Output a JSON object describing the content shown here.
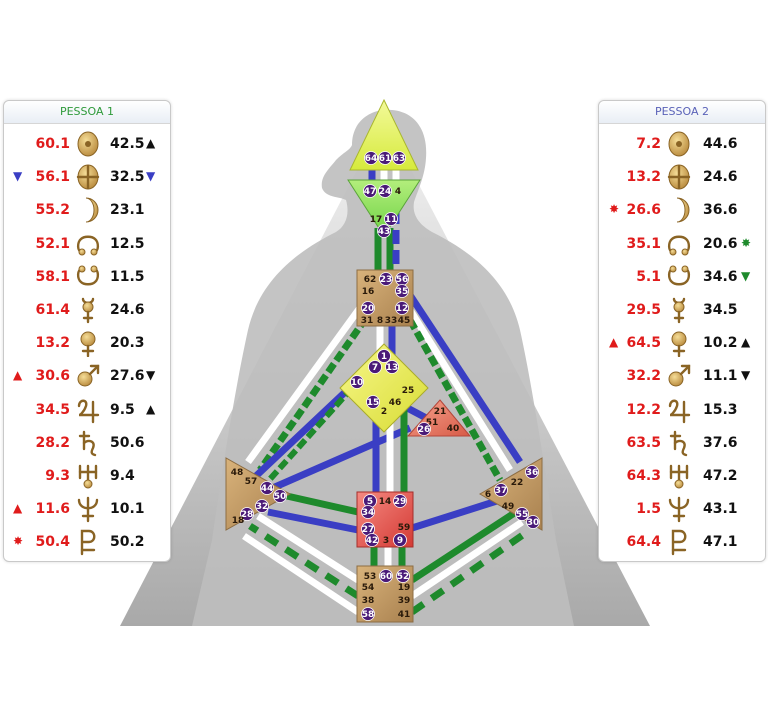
{
  "colors": {
    "personal": "#e01b1b",
    "design": "#111111",
    "person1": "#2e9a3a",
    "person2": "#5a62b8",
    "channel_green": "#1e8a2c",
    "channel_blue": "#3a3ec4",
    "glyph_gold": "#cfa24a"
  },
  "person1": {
    "title": "PESSOA 1",
    "rows": [
      {
        "planet": "sun",
        "icon": "sun-icon",
        "personality": "60.1",
        "design": "42.5",
        "pre": "",
        "pre_color": "",
        "post": "▲",
        "post_color": "#111111"
      },
      {
        "planet": "earth",
        "icon": "earth-icon",
        "personality": "56.1",
        "design": "32.5",
        "pre": "▼",
        "pre_color": "#3a3ec4",
        "post": "▼",
        "post_color": "#3a3ec4"
      },
      {
        "planet": "moon",
        "icon": "moon-icon",
        "personality": "55.2",
        "design": "23.1",
        "pre": "",
        "pre_color": "",
        "post": "",
        "post_color": ""
      },
      {
        "planet": "north-node",
        "icon": "north-node-icon",
        "personality": "52.1",
        "design": "12.5",
        "pre": "",
        "pre_color": "",
        "post": "",
        "post_color": ""
      },
      {
        "planet": "south-node",
        "icon": "south-node-icon",
        "personality": "58.1",
        "design": "11.5",
        "pre": "",
        "pre_color": "",
        "post": "",
        "post_color": ""
      },
      {
        "planet": "mercury",
        "icon": "mercury-icon",
        "personality": "61.4",
        "design": "24.6",
        "pre": "",
        "pre_color": "",
        "post": "",
        "post_color": ""
      },
      {
        "planet": "venus",
        "icon": "venus-icon",
        "personality": "13.2",
        "design": "20.3",
        "pre": "",
        "pre_color": "",
        "post": "",
        "post_color": ""
      },
      {
        "planet": "mars",
        "icon": "mars-icon",
        "personality": "30.6",
        "design": "27.6",
        "pre": "▲",
        "pre_color": "#e01b1b",
        "post": "▼",
        "post_color": "#111111"
      },
      {
        "planet": "jupiter",
        "icon": "jupiter-icon",
        "personality": "34.5",
        "design": "9.5",
        "pre": "",
        "pre_color": "",
        "post": "▲",
        "post_color": "#111111"
      },
      {
        "planet": "saturn",
        "icon": "saturn-icon",
        "personality": "28.2",
        "design": "50.6",
        "pre": "",
        "pre_color": "",
        "post": "",
        "post_color": ""
      },
      {
        "planet": "uranus",
        "icon": "uranus-icon",
        "personality": "9.3",
        "design": "9.4",
        "pre": "",
        "pre_color": "",
        "post": "",
        "post_color": ""
      },
      {
        "planet": "neptune",
        "icon": "neptune-icon",
        "personality": "11.6",
        "design": "10.1",
        "pre": "▲",
        "pre_color": "#e01b1b",
        "post": "",
        "post_color": ""
      },
      {
        "planet": "pluto",
        "icon": "pluto-icon",
        "personality": "50.4",
        "design": "50.2",
        "pre": "✸",
        "pre_color": "#e01b1b",
        "post": "",
        "post_color": ""
      }
    ]
  },
  "person2": {
    "title": "PESSOA 2",
    "rows": [
      {
        "planet": "sun",
        "icon": "sun-icon",
        "personality": "7.2",
        "design": "44.6",
        "pre": "",
        "pre_color": "",
        "post": "",
        "post_color": ""
      },
      {
        "planet": "earth",
        "icon": "earth-icon",
        "personality": "13.2",
        "design": "24.6",
        "pre": "",
        "pre_color": "",
        "post": "",
        "post_color": ""
      },
      {
        "planet": "moon",
        "icon": "moon-icon",
        "personality": "26.6",
        "design": "36.6",
        "pre": "✸",
        "pre_color": "#e01b1b",
        "post": "",
        "post_color": ""
      },
      {
        "planet": "north-node",
        "icon": "north-node-icon",
        "personality": "35.1",
        "design": "20.6",
        "pre": "",
        "pre_color": "",
        "post": "✸",
        "post_color": "#1e8a2c"
      },
      {
        "planet": "south-node",
        "icon": "south-node-icon",
        "personality": "5.1",
        "design": "34.6",
        "pre": "",
        "pre_color": "",
        "post": "▼",
        "post_color": "#1e8a2c"
      },
      {
        "planet": "mercury",
        "icon": "mercury-icon",
        "personality": "29.5",
        "design": "34.5",
        "pre": "",
        "pre_color": "",
        "post": "",
        "post_color": ""
      },
      {
        "planet": "venus",
        "icon": "venus-icon",
        "personality": "64.5",
        "design": "10.2",
        "pre": "▲",
        "pre_color": "#e01b1b",
        "post": "▲",
        "post_color": "#111111"
      },
      {
        "planet": "mars",
        "icon": "mars-icon",
        "personality": "32.2",
        "design": "11.1",
        "pre": "",
        "pre_color": "",
        "post": "▼",
        "post_color": "#111111"
      },
      {
        "planet": "jupiter",
        "icon": "jupiter-icon",
        "personality": "12.2",
        "design": "15.3",
        "pre": "",
        "pre_color": "",
        "post": "",
        "post_color": ""
      },
      {
        "planet": "saturn",
        "icon": "saturn-icon",
        "personality": "63.5",
        "design": "37.6",
        "pre": "",
        "pre_color": "",
        "post": "",
        "post_color": ""
      },
      {
        "planet": "uranus",
        "icon": "uranus-icon",
        "personality": "64.3",
        "design": "47.2",
        "pre": "",
        "pre_color": "",
        "post": "",
        "post_color": ""
      },
      {
        "planet": "neptune",
        "icon": "neptune-icon",
        "personality": "1.5",
        "design": "43.1",
        "pre": "",
        "pre_color": "",
        "post": "",
        "post_color": ""
      },
      {
        "planet": "pluto",
        "icon": "pluto-icon",
        "personality": "64.4",
        "design": "47.1",
        "pre": "",
        "pre_color": "",
        "post": "",
        "post_color": ""
      }
    ]
  },
  "centers": [
    {
      "id": "head",
      "shape": "triangle-up",
      "fill": "#e3f26a",
      "gates": [
        {
          "n": "64",
          "active": true
        },
        {
          "n": "61",
          "active": true
        },
        {
          "n": "63",
          "active": true
        }
      ]
    },
    {
      "id": "ajna",
      "shape": "triangle-down",
      "fill": "#8de05c",
      "gates": [
        {
          "n": "47",
          "active": true
        },
        {
          "n": "24",
          "active": true
        },
        {
          "n": "4",
          "active": false
        },
        {
          "n": "17",
          "active": false
        },
        {
          "n": "11",
          "active": true
        },
        {
          "n": "43",
          "active": true
        }
      ]
    },
    {
      "id": "throat",
      "shape": "square",
      "fill": "#c29a62",
      "gates": [
        {
          "n": "62",
          "active": false
        },
        {
          "n": "23",
          "active": true
        },
        {
          "n": "56",
          "active": true
        },
        {
          "n": "16",
          "active": false
        },
        {
          "n": "35",
          "active": true
        },
        {
          "n": "20",
          "active": true
        },
        {
          "n": "12",
          "active": true
        },
        {
          "n": "31",
          "active": false
        },
        {
          "n": "8",
          "active": false
        },
        {
          "n": "33",
          "active": false
        },
        {
          "n": "45",
          "active": false
        }
      ]
    },
    {
      "id": "g-center",
      "shape": "diamond",
      "fill": "#eef060",
      "gates": [
        {
          "n": "1",
          "active": true
        },
        {
          "n": "7",
          "active": true
        },
        {
          "n": "13",
          "active": true
        },
        {
          "n": "10",
          "active": true
        },
        {
          "n": "25",
          "active": false
        },
        {
          "n": "15",
          "active": true
        },
        {
          "n": "46",
          "active": false
        },
        {
          "n": "2",
          "active": false
        }
      ]
    },
    {
      "id": "heart",
      "shape": "triangle",
      "fill": "#e8806a",
      "gates": [
        {
          "n": "21",
          "active": false
        },
        {
          "n": "51",
          "active": false
        },
        {
          "n": "26",
          "active": true
        },
        {
          "n": "40",
          "active": false
        }
      ]
    },
    {
      "id": "spleen",
      "shape": "triangle-left",
      "fill": "#c29a62",
      "gates": [
        {
          "n": "48",
          "active": false
        },
        {
          "n": "57",
          "active": false
        },
        {
          "n": "44",
          "active": true
        },
        {
          "n": "50",
          "active": true
        },
        {
          "n": "32",
          "active": true
        },
        {
          "n": "28",
          "active": true
        },
        {
          "n": "18",
          "active": false
        }
      ]
    },
    {
      "id": "sacral",
      "shape": "square",
      "fill": "#e55a52",
      "gates": [
        {
          "n": "5",
          "active": true
        },
        {
          "n": "14",
          "active": false
        },
        {
          "n": "29",
          "active": true
        },
        {
          "n": "34",
          "active": true
        },
        {
          "n": "27",
          "active": true
        },
        {
          "n": "59",
          "active": false
        },
        {
          "n": "42",
          "active": true
        },
        {
          "n": "3",
          "active": false
        },
        {
          "n": "9",
          "active": true
        }
      ]
    },
    {
      "id": "solar-plexus",
      "shape": "triangle-right",
      "fill": "#c29a62",
      "gates": [
        {
          "n": "36",
          "active": true
        },
        {
          "n": "22",
          "active": false
        },
        {
          "n": "6",
          "active": false
        },
        {
          "n": "37",
          "active": true
        },
        {
          "n": "49",
          "active": false
        },
        {
          "n": "55",
          "active": true
        },
        {
          "n": "30",
          "active": true
        }
      ]
    },
    {
      "id": "root",
      "shape": "square",
      "fill": "#c29a62",
      "gates": [
        {
          "n": "53",
          "active": false
        },
        {
          "n": "60",
          "active": true
        },
        {
          "n": "52",
          "active": true
        },
        {
          "n": "54",
          "active": false
        },
        {
          "n": "19",
          "active": false
        },
        {
          "n": "38",
          "active": false
        },
        {
          "n": "39",
          "active": false
        },
        {
          "n": "58",
          "active": true
        },
        {
          "n": "41",
          "active": false
        }
      ]
    }
  ]
}
